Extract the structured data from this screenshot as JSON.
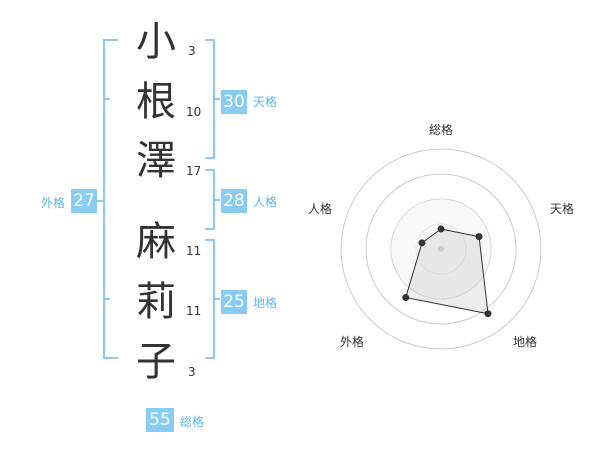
{
  "name": {
    "chars": [
      {
        "char": "小",
        "strokes": "3"
      },
      {
        "char": "根",
        "strokes": "10"
      },
      {
        "char": "澤",
        "strokes": "17"
      },
      {
        "char": "麻",
        "strokes": "11"
      },
      {
        "char": "莉",
        "strokes": "11"
      },
      {
        "char": "子",
        "strokes": "3"
      }
    ]
  },
  "fortunes": {
    "tenkaku": {
      "value": "30",
      "label": "天格"
    },
    "jinkaku": {
      "value": "28",
      "label": "人格"
    },
    "chikaku": {
      "value": "25",
      "label": "地格"
    },
    "gaikaku": {
      "value": "27",
      "label": "外格"
    },
    "soukaku": {
      "value": "55",
      "label": "総格"
    }
  },
  "colors": {
    "accent": "#88ccf2",
    "bracket": "#88ccf2",
    "label": "#5fb6e8",
    "text": "#333333",
    "radar_fill": "#eeeeee",
    "radar_grid": "#cccccc"
  },
  "chart_data": {
    "type": "radar",
    "axes": [
      "総格",
      "天格",
      "地格",
      "外格",
      "人格"
    ],
    "values": [
      1,
      2,
      4,
      3,
      1
    ],
    "range": [
      0,
      5
    ],
    "rings": 4
  }
}
